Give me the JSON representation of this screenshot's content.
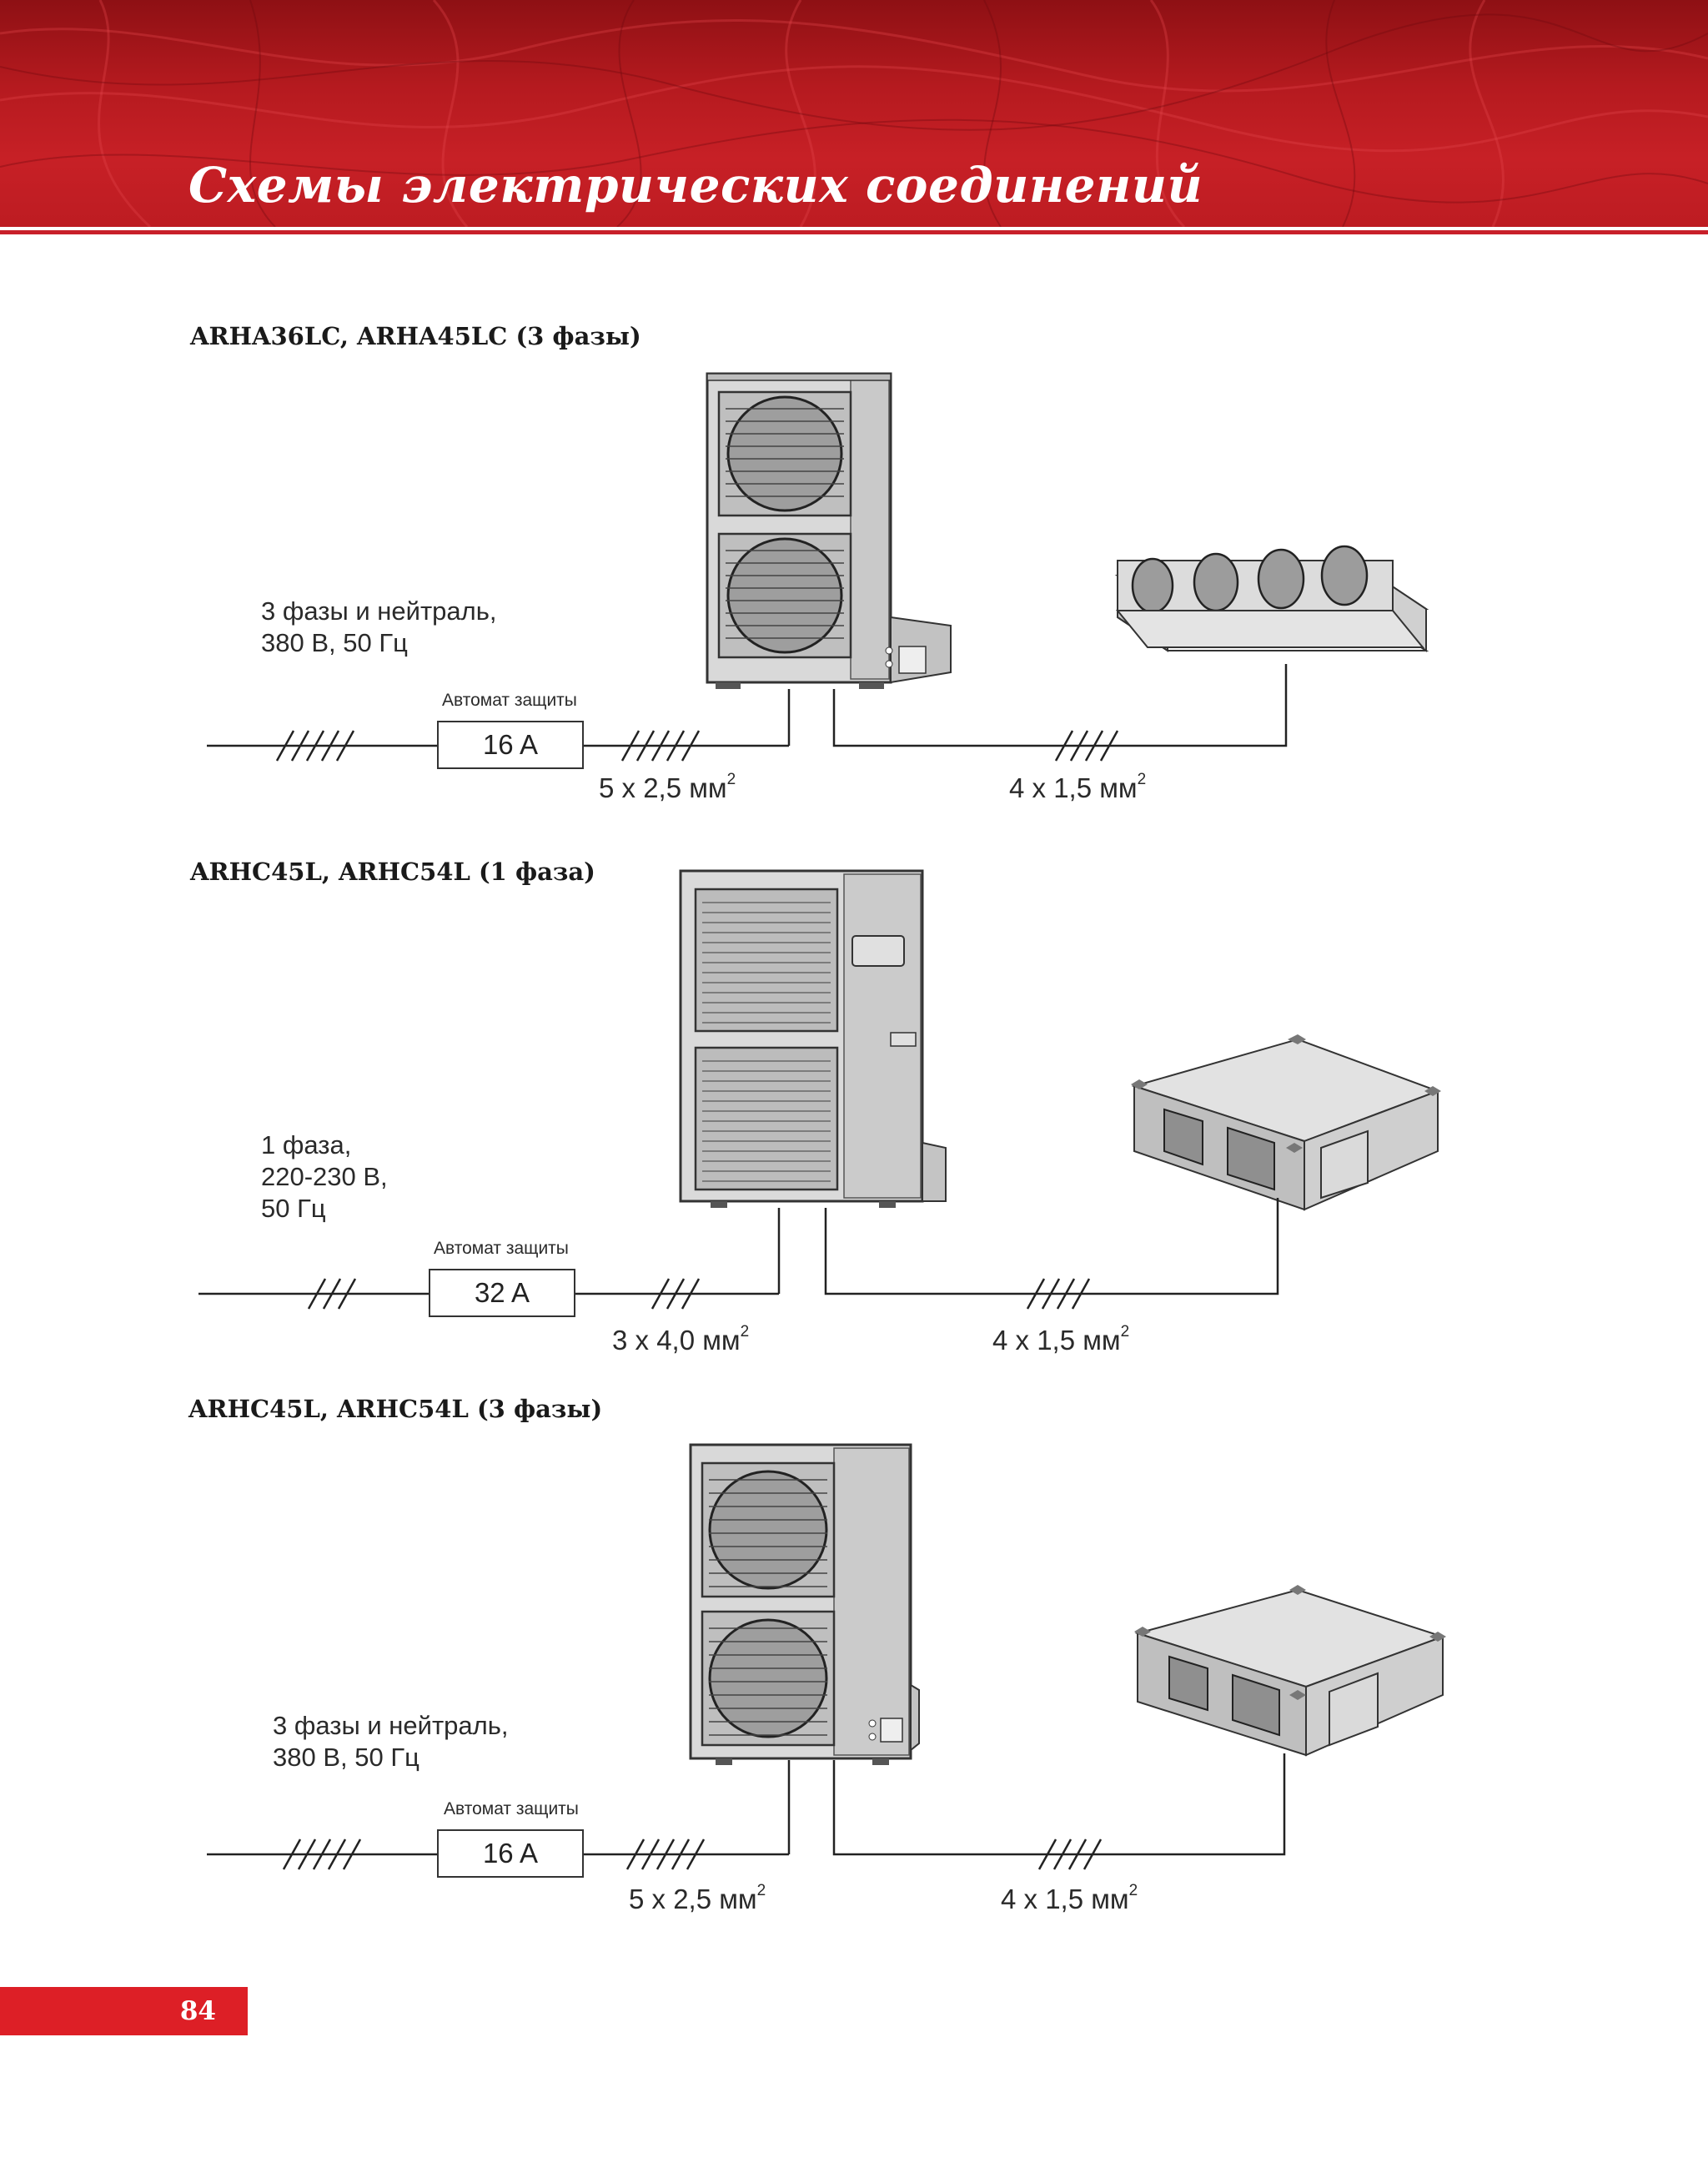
{
  "header": {
    "title": "Схемы электрических соединений"
  },
  "colors": {
    "brand_red": "#c72026",
    "page_number_red": "#dd1f26"
  },
  "diagrams": [
    {
      "title": "ARHA36LC, ARHA45LC (3 фазы)",
      "supply_lines": [
        "3 фазы и нейтраль,",
        "380 В, 50 Гц"
      ],
      "breaker_label": "Автомат защиты",
      "breaker_rating": "16 A",
      "power_cable": {
        "text": "5 х 2,5 мм",
        "exp": "2"
      },
      "interconnect_cable": {
        "text": "4 х 1,5 мм",
        "exp": "2"
      },
      "indoor_unit": "duct-unit-round-outlets-icon",
      "outdoor_unit": "outdoor-unit-twin-fan-icon"
    },
    {
      "title": "ARHC45L, ARHC54L (1 фаза)",
      "supply_lines": [
        "1 фаза,",
        "220-230 В,",
        "50 Гц"
      ],
      "breaker_label": "Автомат защиты",
      "breaker_rating": "32 A",
      "power_cable": {
        "text": "3 х 4,0 мм",
        "exp": "2"
      },
      "interconnect_cable": {
        "text": "4 х 1,5 мм",
        "exp": "2"
      },
      "indoor_unit": "duct-unit-rectangular-icon",
      "outdoor_unit": "outdoor-unit-twin-fan-icon"
    },
    {
      "title": "ARHC45L, ARHC54L (3 фазы)",
      "supply_lines": [
        "3 фазы и нейтраль,",
        "380 В, 50 Гц"
      ],
      "breaker_label": "Автомат защиты",
      "breaker_rating": "16 A",
      "power_cable": {
        "text": "5 х 2,5 мм",
        "exp": "2"
      },
      "interconnect_cable": {
        "text": "4 х 1,5 мм",
        "exp": "2"
      },
      "indoor_unit": "duct-unit-rectangular-icon",
      "outdoor_unit": "outdoor-unit-twin-fan-icon"
    }
  ],
  "page_number": "84"
}
